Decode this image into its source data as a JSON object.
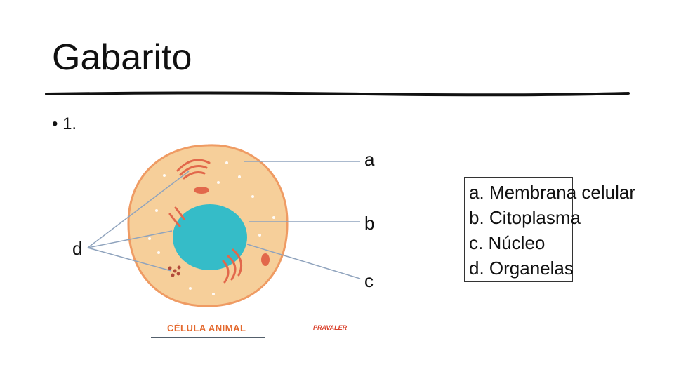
{
  "slide": {
    "title": "Gabarito",
    "bullet": "• 1."
  },
  "diagram": {
    "labels": {
      "a": "a",
      "b": "b",
      "c": "c",
      "d": "d"
    },
    "caption": "CÉLULA ANIMAL",
    "brand": "PRAVALER"
  },
  "answers": [
    "a. Membrana celular",
    "b. Citoplasma",
    "c. Núcleo",
    "d. Organelas"
  ],
  "colors": {
    "cytoplasm": "#f6cf9a",
    "membrane": "#ef9b63",
    "nucleus": "#35bcc8",
    "organelle": "#e2684b",
    "pointer": "#8fa3bd",
    "caption": "#e4692e"
  }
}
